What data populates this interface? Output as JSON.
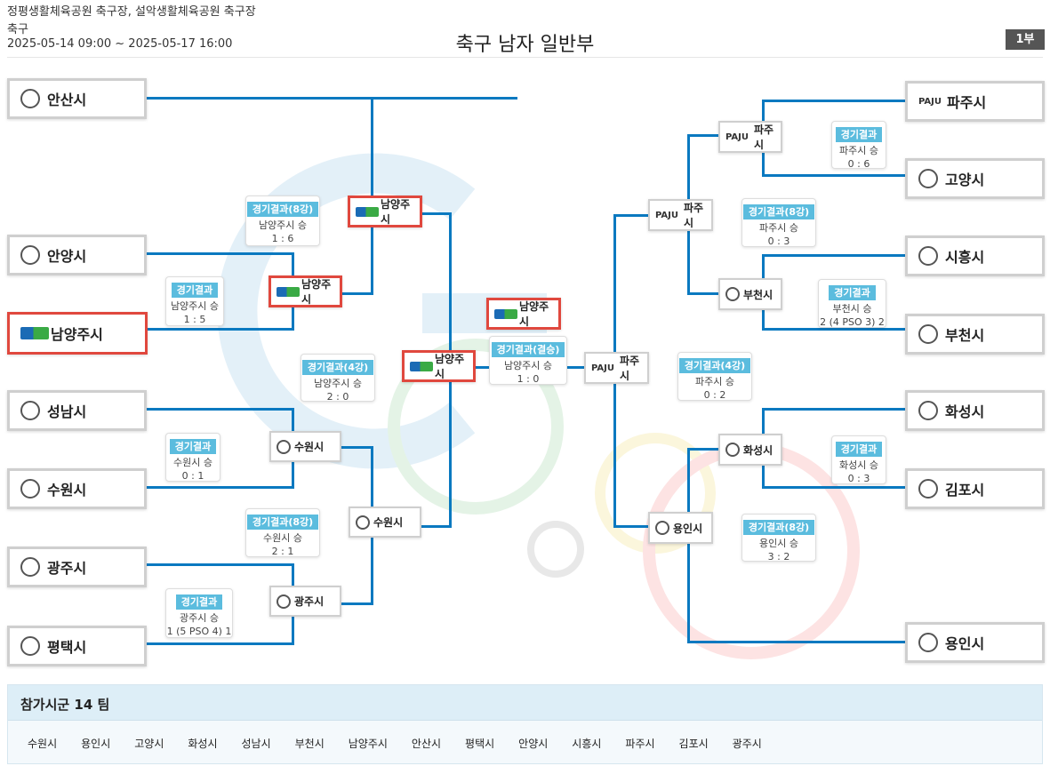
{
  "header": {
    "venue": "정평생활체육공원 축구장, 설악생활체육공원 축구장",
    "sport": "축구",
    "period": "2025-05-14 09:00 ~ 2025-05-17 16:00",
    "title": "축구 남자 일반부",
    "division": "1부"
  },
  "colors": {
    "line": "#0a79c0",
    "winner_border": "#e0483e",
    "result_tag": "#5bbcde"
  },
  "teams": [
    {
      "name": "안산시",
      "logo": "ansan-emblem"
    },
    {
      "name": "안양시",
      "logo": "anyang-emblem"
    },
    {
      "name": "남양주시",
      "logo": "namyangju-logo",
      "winner": true
    },
    {
      "name": "성남시",
      "logo": "seongnam-emblem"
    },
    {
      "name": "수원시",
      "logo": "suwon-emblem"
    },
    {
      "name": "광주시",
      "logo": "gwangju-emblem"
    },
    {
      "name": "평택시",
      "logo": "pyeongtaek-emblem"
    },
    {
      "name": "파주시",
      "logo": "paju-logo"
    },
    {
      "name": "고양시",
      "logo": "goyang-emblem"
    },
    {
      "name": "시흥시",
      "logo": "siheung-emblem"
    },
    {
      "name": "부천시",
      "logo": "bucheon-emblem"
    },
    {
      "name": "화성시",
      "logo": "hwaseong-emblem"
    },
    {
      "name": "김포시",
      "logo": "gimpo-logo"
    },
    {
      "name": "용인시",
      "logo": "yongin-emblem"
    },
    {
      "name": "남양주시",
      "logo": "namyangju-logo",
      "winner": true
    },
    {
      "name": "수원시",
      "logo": "suwon-emblem"
    },
    {
      "name": "광주시",
      "logo": "gwangju-emblem"
    },
    {
      "name": "남양주시",
      "logo": "namyangju-logo",
      "winner": true
    },
    {
      "name": "수원시",
      "logo": "suwon-emblem"
    },
    {
      "name": "남양주시",
      "logo": "namyangju-logo",
      "winner": true
    },
    {
      "name": "남양주시",
      "logo": "namyangju-logo",
      "winner": true
    },
    {
      "name": "파주시",
      "logo": "paju-logo"
    },
    {
      "name": "파주시",
      "logo": "paju-logo"
    },
    {
      "name": "용인시",
      "logo": "yongin-emblem"
    },
    {
      "name": "파주시",
      "logo": "paju-logo"
    },
    {
      "name": "부천시",
      "logo": "bucheon-emblem"
    },
    {
      "name": "화성시",
      "logo": "hwaseong-emblem"
    }
  ],
  "results": [
    {
      "label": "경기결과(8강)",
      "winner": "남양주시 승",
      "score": "1 : 6"
    },
    {
      "label": "경기결과",
      "winner": "남양주시 승",
      "score": "1 : 5"
    },
    {
      "label": "경기결과(4강)",
      "winner": "남양주시 승",
      "score": "2 : 0"
    },
    {
      "label": "경기결과",
      "winner": "수원시 승",
      "score": "0 : 1"
    },
    {
      "label": "경기결과(8강)",
      "winner": "수원시 승",
      "score": "2 : 1"
    },
    {
      "label": "경기결과",
      "winner": "광주시 승",
      "score": "1 (5 PSO 4) 1"
    },
    {
      "label": "경기결과(결승)",
      "winner": "남양주시 승",
      "score": "1 : 0"
    },
    {
      "label": "경기결과",
      "winner": "파주시 승",
      "score": "0 : 6"
    },
    {
      "label": "경기결과(8강)",
      "winner": "파주시 승",
      "score": "0 : 3"
    },
    {
      "label": "경기결과",
      "winner": "부천시 승",
      "score": "2 (4 PSO 3) 2"
    },
    {
      "label": "경기결과(4강)",
      "winner": "파주시 승",
      "score": "0 : 2"
    },
    {
      "label": "경기결과",
      "winner": "화성시 승",
      "score": "0 : 3"
    },
    {
      "label": "경기결과(8강)",
      "winner": "용인시 승",
      "score": "3 : 2"
    }
  ],
  "participants": {
    "title": "참가시군 14 팀",
    "list": [
      "수원시",
      "용인시",
      "고양시",
      "화성시",
      "성남시",
      "부천시",
      "남양주시",
      "안산시",
      "평택시",
      "안양시",
      "시흥시",
      "파주시",
      "김포시",
      "광주시"
    ]
  }
}
